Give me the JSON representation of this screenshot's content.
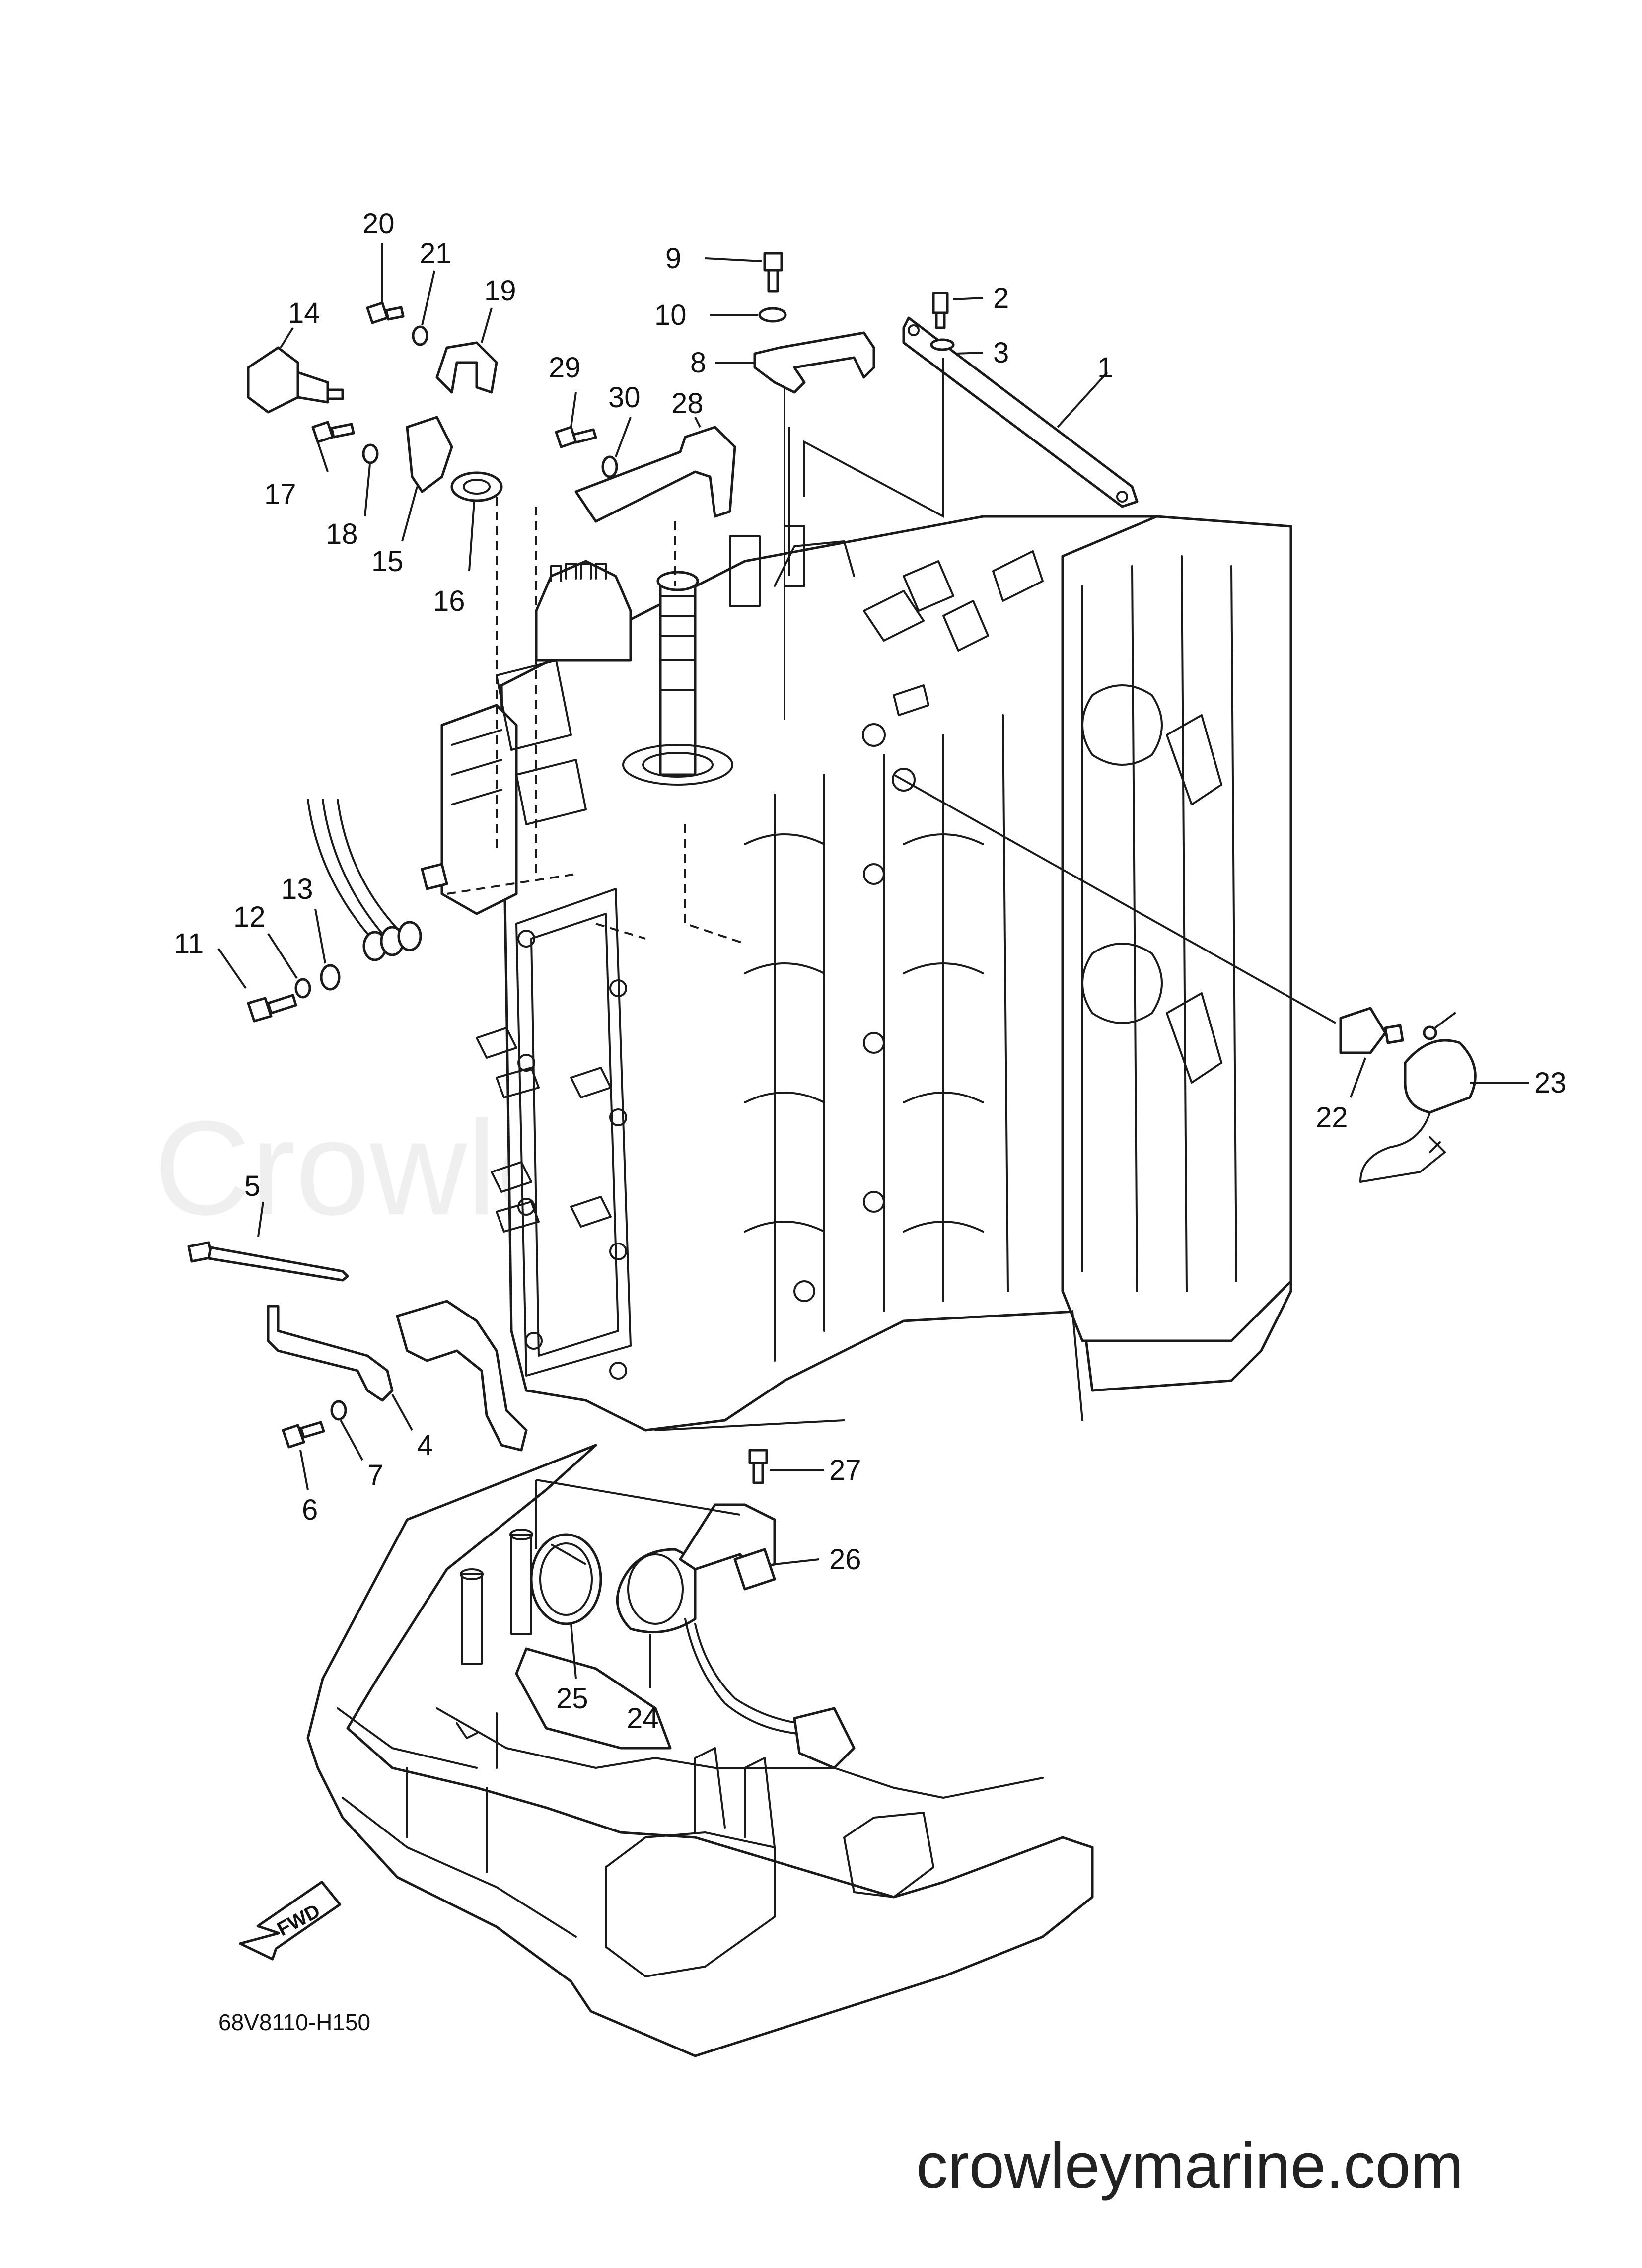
{
  "watermark": "CrowleyMarine",
  "diagram_code": "68V8110-H150",
  "website": "crowleymarine.com",
  "fwd_label": "FWD",
  "callouts": [
    "1",
    "2",
    "3",
    "4",
    "5",
    "6",
    "7",
    "8",
    "9",
    "10",
    "11",
    "12",
    "13",
    "14",
    "15",
    "16",
    "17",
    "18",
    "19",
    "20",
    "21",
    "22",
    "23",
    "24",
    "25",
    "26",
    "27",
    "28",
    "29",
    "30"
  ],
  "colors": {
    "line": "#1a1a1a",
    "background": "#ffffff",
    "watermark": "#efefef"
  }
}
